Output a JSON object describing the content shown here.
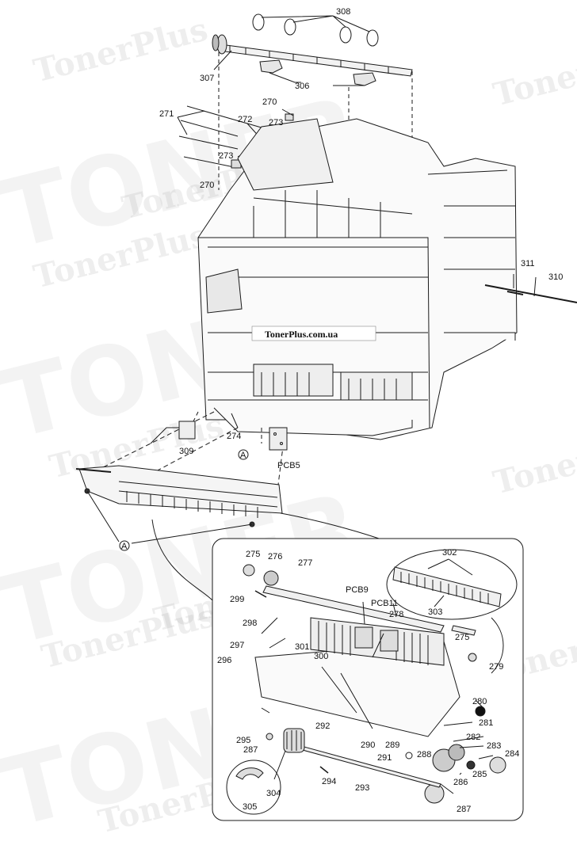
{
  "watermark": {
    "brand": "TonerPlus.com",
    "brand_short": "TonerPlus",
    "brand_big": "TONER"
  },
  "site_label": "TonerPlus.com.ua",
  "callouts": {
    "c308": "308",
    "c307": "307",
    "c306": "306",
    "c271": "271",
    "c270a": "270",
    "c272": "272",
    "c273a": "273",
    "c273b": "273",
    "c270b": "270",
    "c311": "311",
    "c310": "310",
    "c274": "274",
    "c309": "309",
    "c_pcb5": "PCB5",
    "c_a1": "A",
    "c_a2": "A",
    "c275a": "275",
    "c276": "276",
    "c277": "277",
    "c299": "299",
    "c302": "302",
    "c303": "303",
    "c_pcb9": "PCB9",
    "c_pcb11": "PCB11",
    "c278": "278",
    "c298": "298",
    "c301": "301",
    "c300": "300",
    "c275b": "275",
    "c297": "297",
    "c296": "296",
    "c279": "279",
    "c280": "280",
    "c281": "281",
    "c282": "282",
    "c283": "283",
    "c284": "284",
    "c295": "295",
    "c287a": "287",
    "c292": "292",
    "c290": "290",
    "c289": "289",
    "c288": "288",
    "c285": "285",
    "c291": "291",
    "c294": "294",
    "c293": "293",
    "c286": "286",
    "c304": "304",
    "c305": "305",
    "c287b": "287"
  },
  "colors": {
    "line": "#1a1a1a",
    "watermark": "#a0a0a0",
    "accent_blue": "#2f6bd8"
  }
}
